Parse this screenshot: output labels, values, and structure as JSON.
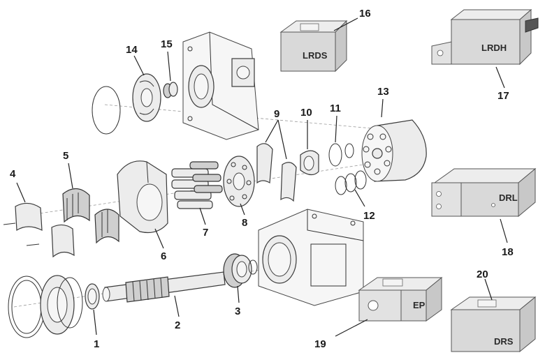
{
  "callouts": {
    "c1": "1",
    "c2": "2",
    "c3": "3",
    "c4": "4",
    "c5": "5",
    "c6": "6",
    "c7": "7",
    "c8": "8",
    "c9": "9",
    "c10": "10",
    "c11": "11",
    "c12": "12",
    "c13": "13",
    "c14": "14",
    "c15": "15",
    "c16": "16",
    "c17": "17",
    "c18": "18",
    "c19": "19",
    "c20": "20"
  },
  "control_modules": {
    "lrds": "LRDS",
    "lrdh": "LRDH",
    "drl": "DRL",
    "ep": "EP",
    "drs": "DRS"
  },
  "colors": {
    "module_face": "#d9d9d9",
    "module_top": "#ededed",
    "line": "#333333"
  }
}
